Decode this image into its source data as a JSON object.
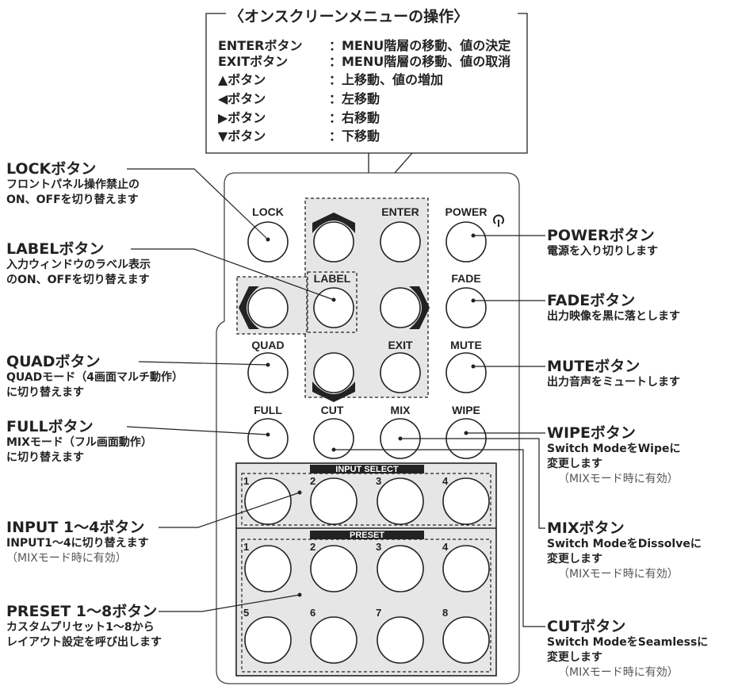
{
  "menu": {
    "title": "〈オンスクリーンメニューの操作〉",
    "rows": [
      {
        "key": "ENTERボタン",
        "desc": "：MENU階層の移動、値の決定"
      },
      {
        "key": "EXITボタン",
        "desc": "：MENU階層の移動、値の取消"
      },
      {
        "key": "▲ボタン",
        "desc": "：上移動、値の増加"
      },
      {
        "key": "◀ボタン",
        "desc": "：左移動"
      },
      {
        "key": "▶ボタン",
        "desc": "：右移動"
      },
      {
        "key": "▼ボタン",
        "desc": "：下移動"
      }
    ]
  },
  "left_callouts": {
    "lock": {
      "title": "LOCKボタン",
      "d1": "フロントパネル操作禁止の",
      "d2": "ON、OFFを切り替えます"
    },
    "label": {
      "title": "LABELボタン",
      "d1": "入力ウィンドウのラベル表示",
      "d2": "のON、OFFを切り替えます"
    },
    "quad": {
      "title": "QUADボタン",
      "d1": "QUADモード（4画面マルチ動作）",
      "d2": "に切り替えます"
    },
    "full": {
      "title": "FULLボタン",
      "d1": "MIXモード（フル画面動作）",
      "d2": "に切り替えます"
    },
    "input": {
      "title": "INPUT 1〜4ボタン",
      "d1": "INPUT1〜4に切り替えます",
      "note": "（MIXモード時に有効）"
    },
    "preset": {
      "title": "PRESET 1〜8ボタン",
      "d1": "カスタムプリセット1〜8から",
      "d2": "レイアウト設定を呼び出します"
    }
  },
  "right_callouts": {
    "power": {
      "title": "POWERボタン",
      "d1": "電源を入り切りします"
    },
    "fade": {
      "title": "FADEボタン",
      "d1": "出力映像を黒に落とします"
    },
    "mute": {
      "title": "MUTEボタン",
      "d1": "出力音声をミュートします"
    },
    "wipe": {
      "title": "WIPEボタン",
      "d1": "Switch ModeをWipeに",
      "d2": "変更します",
      "note": "（MIXモード時に有効）"
    },
    "mix": {
      "title": "MIXボタン",
      "d1": "Switch ModeをDissolveに",
      "d2": "変更します",
      "note": "（MIXモード時に有効）"
    },
    "cut": {
      "title": "CUTボタン",
      "d1": "Switch ModeをSeamlessに",
      "d2": "変更します",
      "note": "（MIXモード時に有効）"
    }
  },
  "panel": {
    "lock": "LOCK",
    "enter": "ENTER",
    "power": "POWER",
    "label": "LABEL",
    "fade": "FADE",
    "quad": "QUAD",
    "exit": "EXIT",
    "mute": "MUTE",
    "full": "FULL",
    "cut": "CUT",
    "mix": "MIX",
    "wipe": "WIPE",
    "input_select": "INPUT SELECT",
    "preset": "PRESET",
    "power_icon": "power-icon",
    "input_nums": [
      "1",
      "2",
      "3",
      "4"
    ],
    "preset_nums": [
      "1",
      "2",
      "3",
      "4",
      "5",
      "6",
      "7",
      "8"
    ]
  }
}
